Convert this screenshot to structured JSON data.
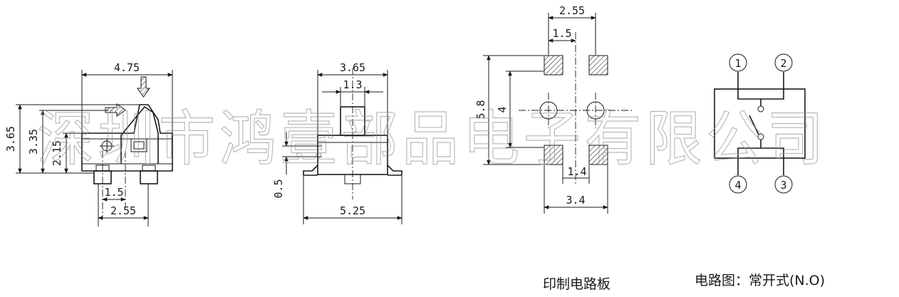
{
  "watermark": "深圳市鸿壹部品电子有限公司",
  "side_view": {
    "dims": {
      "width": "4.75",
      "h1": "3.65",
      "h2": "3.35",
      "h3": "2.15",
      "pitch": "1.5",
      "span": "2.55"
    }
  },
  "front_view": {
    "dims": {
      "width": "3.65",
      "actuator": "1.3",
      "offset": "0.5",
      "base": "5.25"
    }
  },
  "pcb_layout": {
    "dims": {
      "top_span": "2.55",
      "top_pitch": "1.5",
      "height": "5.8",
      "inner": "4",
      "gap": "1.4",
      "bottom_span": "3.4"
    },
    "caption": "印制电路板"
  },
  "circuit": {
    "pins": [
      "1",
      "2",
      "4",
      "3"
    ],
    "caption": "电路图：常开式(N.O)"
  }
}
